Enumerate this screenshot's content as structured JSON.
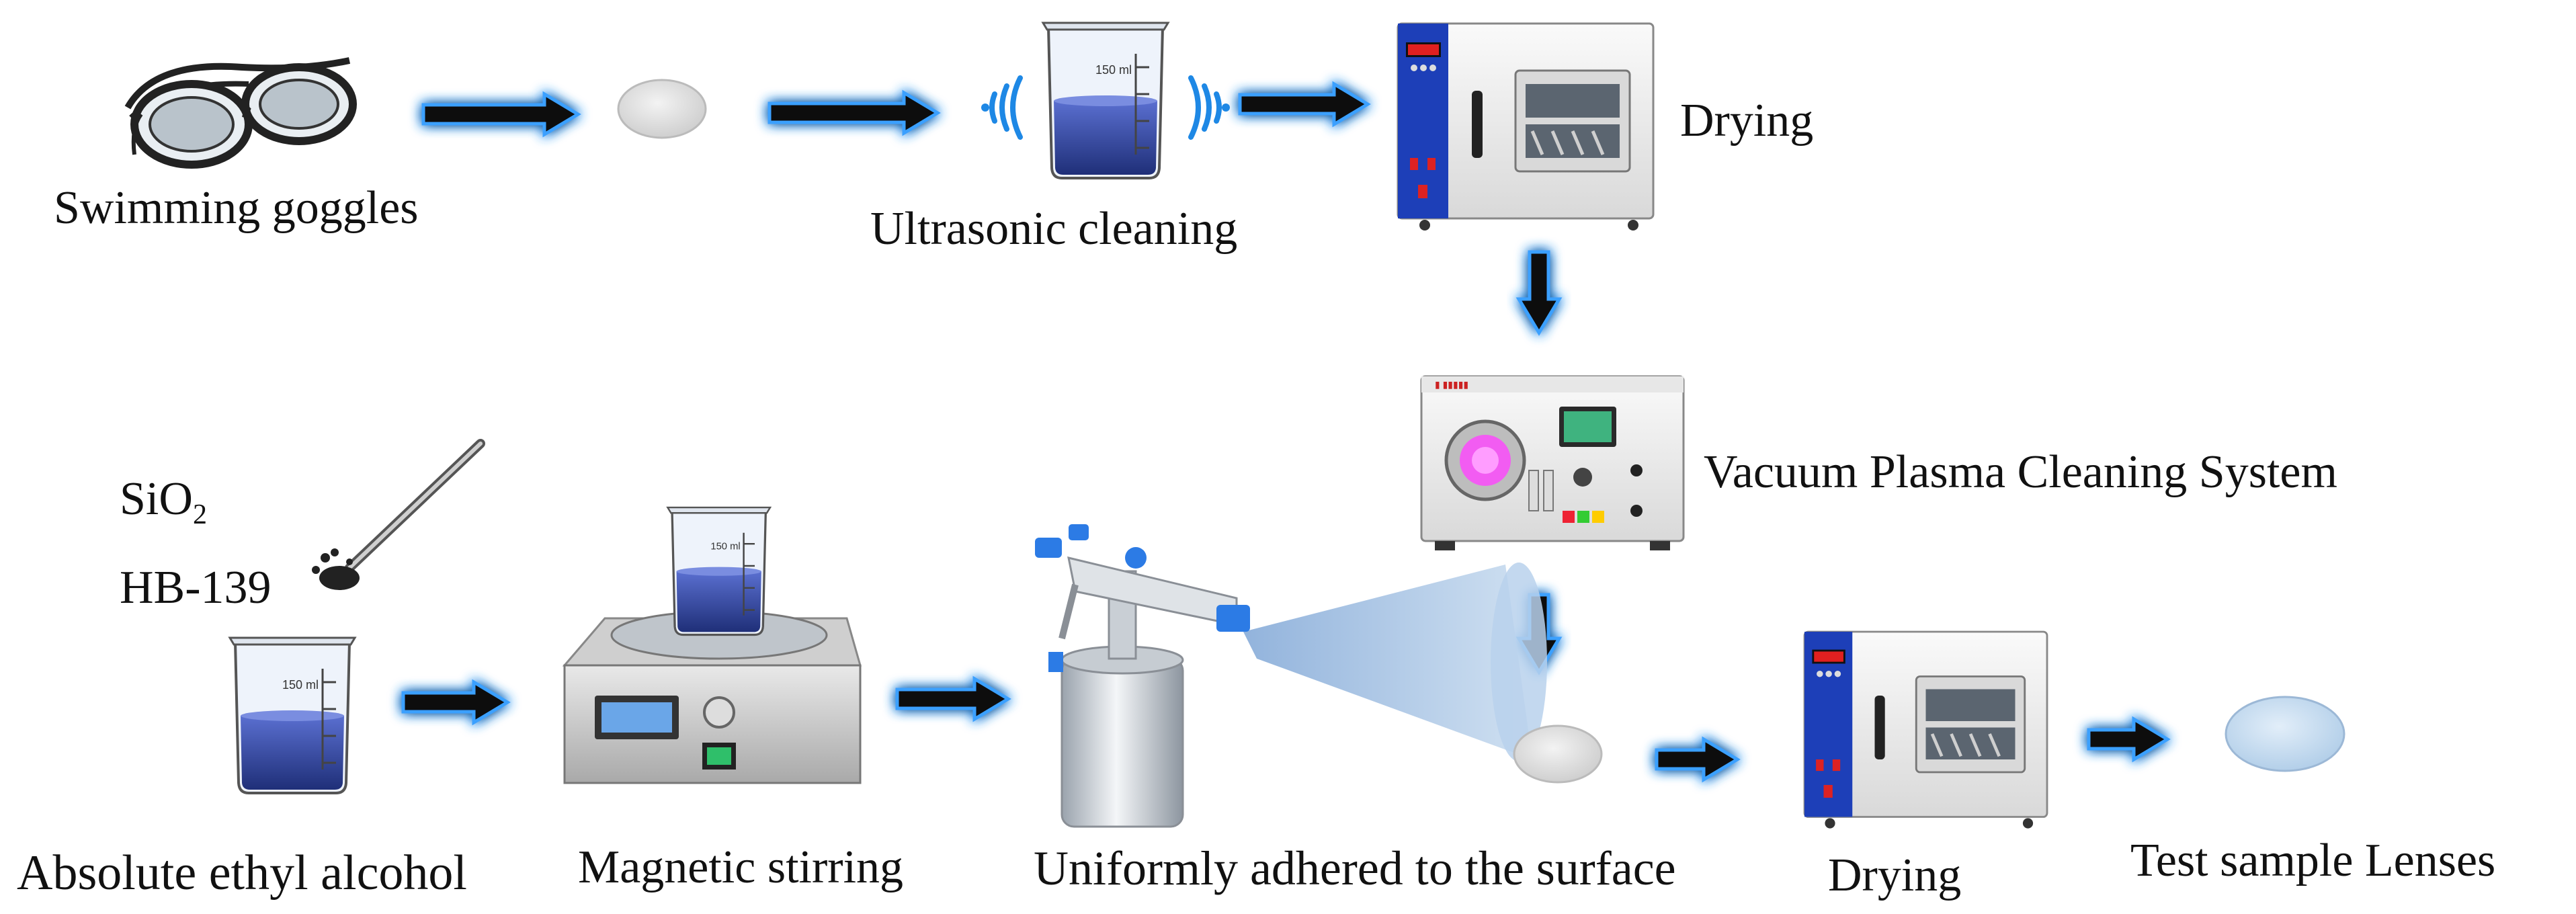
{
  "labels": {
    "swimming_goggles": "Swimming goggles",
    "ultrasonic_cleaning": "Ultrasonic cleaning",
    "drying_top": "Drying",
    "vacuum_plasma": "Vacuum Plasma Cleaning System",
    "sio2_base": "SiO",
    "sio2_sub": "2",
    "hb139": "HB-139",
    "absolute_ethyl_alcohol": "Absolute ethyl alcohol",
    "magnetic_stirring": "Magnetic stirring",
    "uniformly_adhered": "Uniformly adhered to the surface",
    "drying_bottom": "Drying",
    "test_sample_lenses": "Test sample Lenses"
  },
  "equipment_text": {
    "beaker_volume": "150 ml"
  },
  "colors": {
    "arrow": "#0a0a0a",
    "arrow_glow": "#3aa0ff",
    "beaker_liquid": "#3b4fa8",
    "oven_panel": "#1d3fb8",
    "spray_cone": "#a9c6e6",
    "lens_final": "#c9dff2",
    "sound_wave": "#1e88e5"
  },
  "icons": [
    "goggles-icon",
    "lens-icon",
    "beaker-icon",
    "ultrasonic-wave-icon",
    "oven-icon",
    "plasma-cleaner-icon",
    "spoon-icon",
    "magnetic-stirrer-icon",
    "spray-gun-icon"
  ]
}
